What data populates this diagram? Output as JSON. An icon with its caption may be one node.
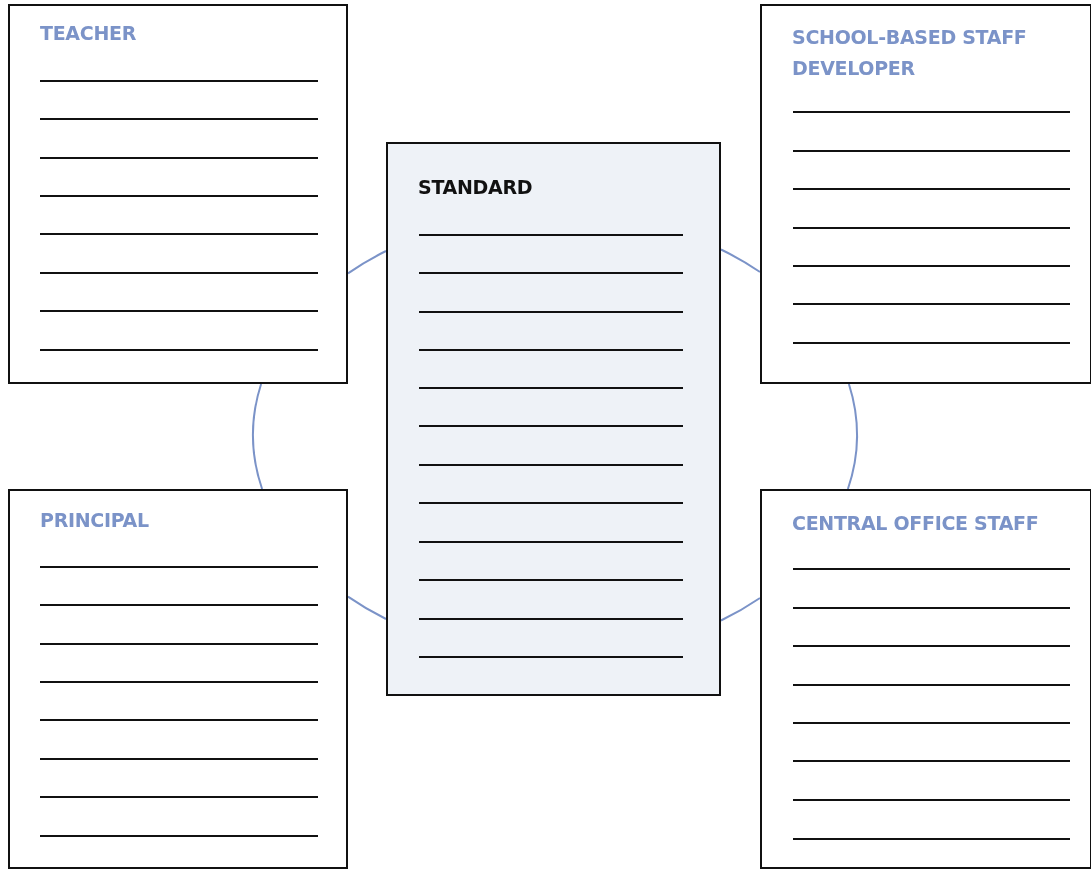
{
  "diagram": {
    "nodes": [
      {
        "text": [
          "TEACHER"
        ]
      },
      {
        "text": [
          "SCHOOL-BASED STAFF DEVELOPER"
        ]
      },
      {
        "text": [
          "STANDARD"
        ]
      },
      {
        "text": [
          "PRINCIPAL"
        ]
      },
      {
        "text": [
          "CENTRAL OFFICE STAFF"
        ]
      }
    ],
    "edges": [
      {
        "from": 0,
        "to": 2,
        "arrow": "none"
      },
      {
        "from": 2,
        "to": 1,
        "arrow": "none"
      },
      {
        "from": 1,
        "to": 4,
        "arrow": "none"
      },
      {
        "from": 4,
        "to": 2,
        "arrow": "none"
      },
      {
        "from": 2,
        "to": 3,
        "arrow": "none"
      },
      {
        "from": 3,
        "to": 0,
        "arrow": "none"
      }
    ]
  }
}
